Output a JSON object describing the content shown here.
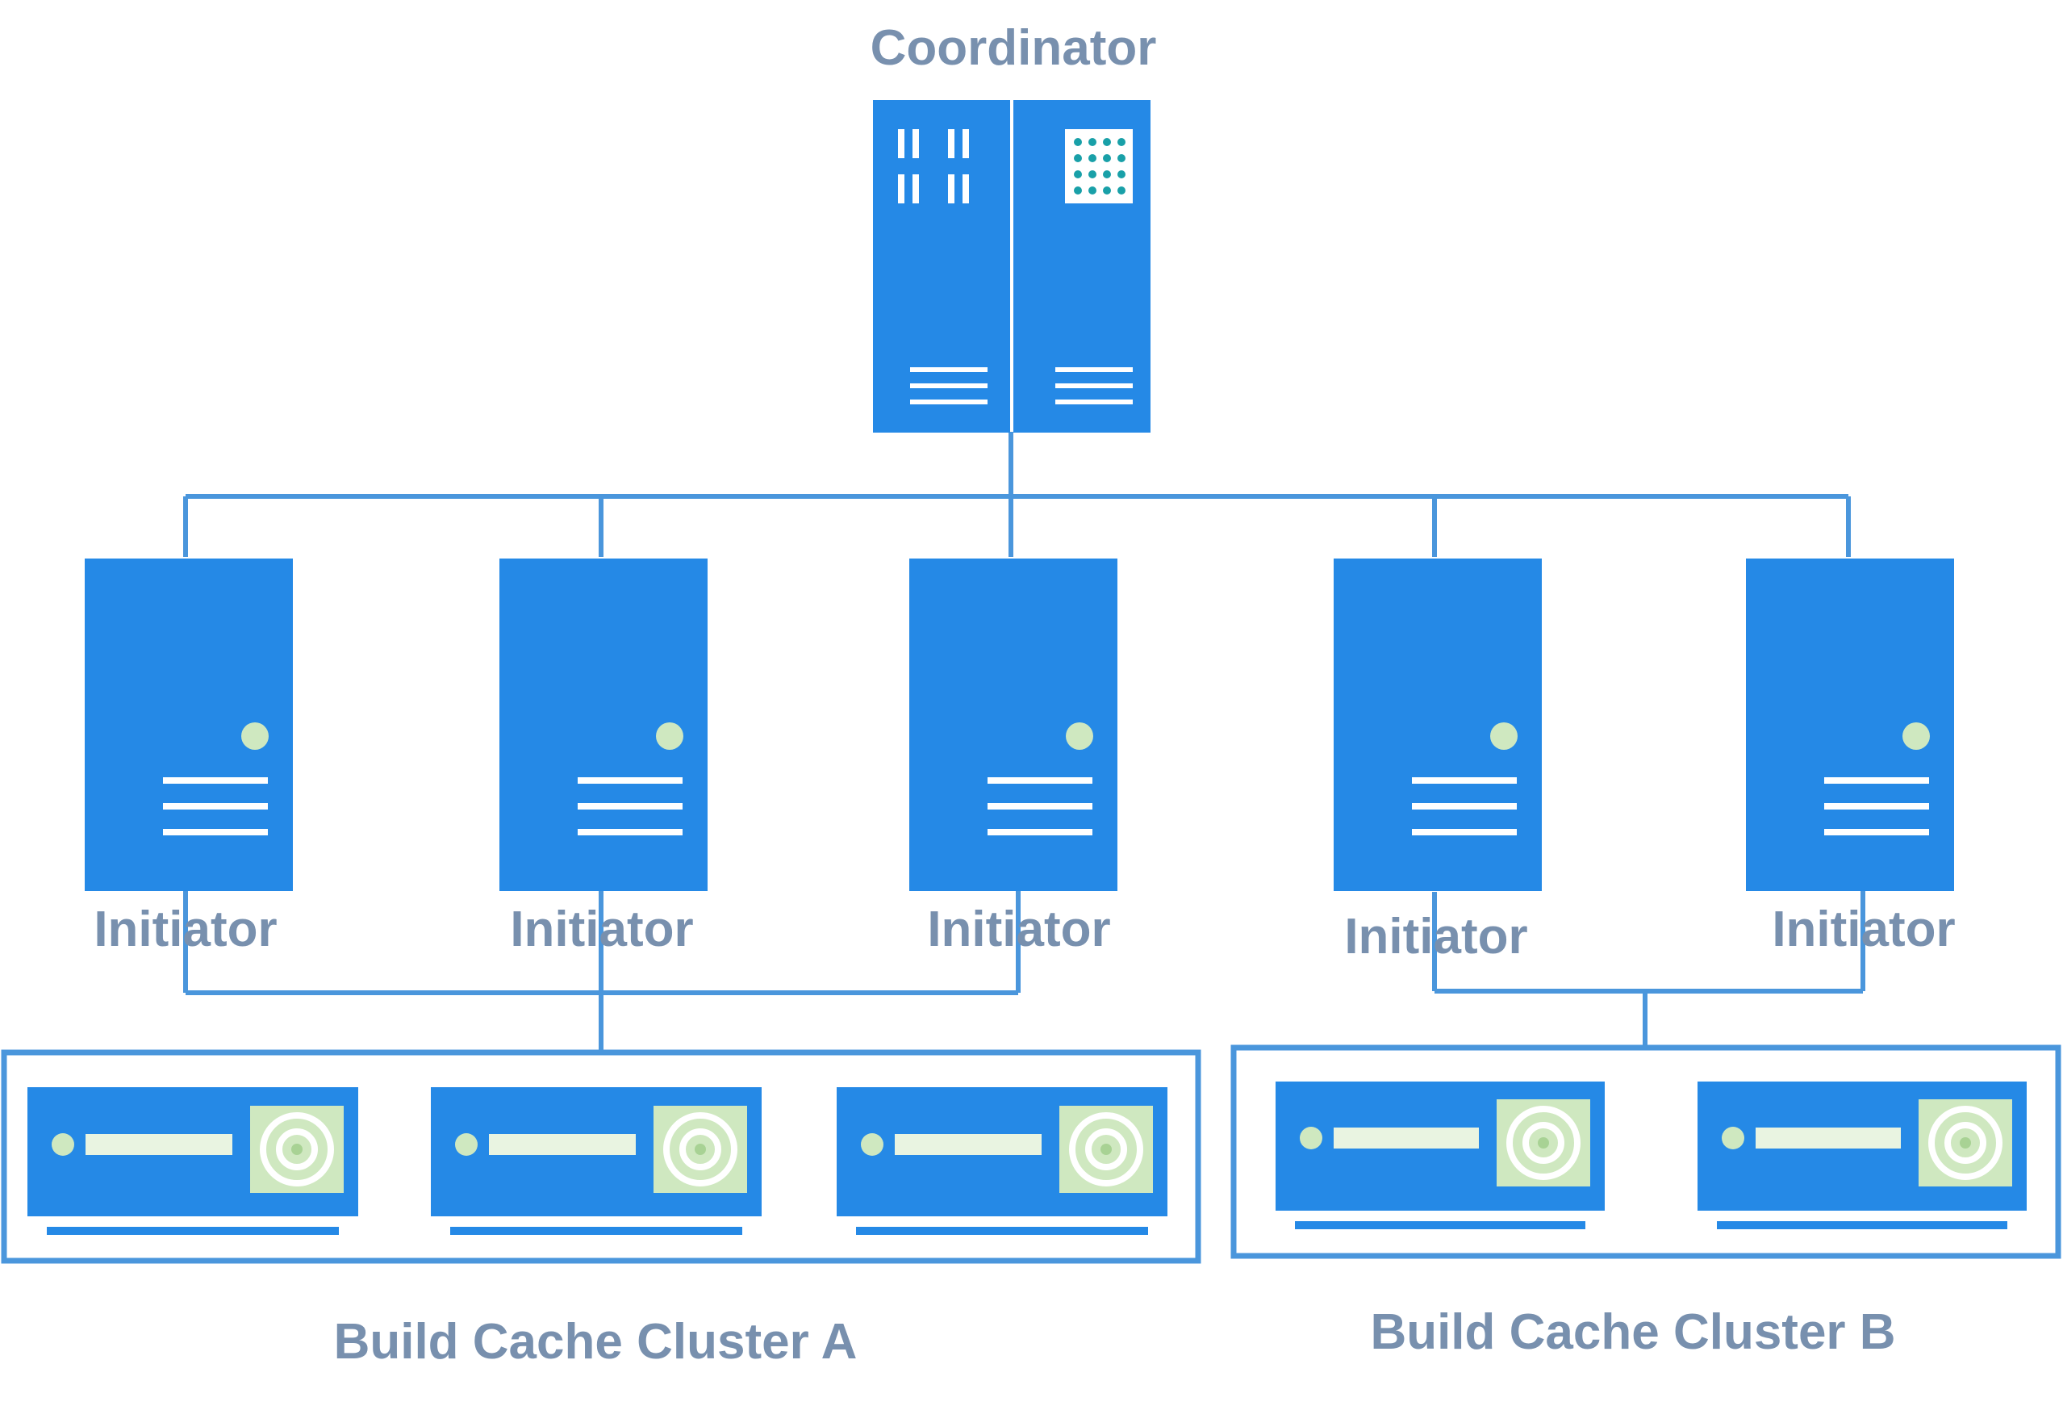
{
  "coordinator": {
    "label": "Coordinator"
  },
  "initiators": [
    {
      "label": "Initiator"
    },
    {
      "label": "Initiator"
    },
    {
      "label": "Initiator"
    },
    {
      "label": "Initiator"
    },
    {
      "label": "Initiator"
    }
  ],
  "clusters": [
    {
      "label": "Build Cache Cluster A",
      "node_count": 3
    },
    {
      "label": "Build Cache Cluster B",
      "node_count": 2
    }
  ],
  "colors": {
    "server_blue": "#2589e6",
    "line_blue": "#4a96dc",
    "label_gray": "#7890ae",
    "disk_green": "#cfe8c0",
    "disk_ring": "#a8d294",
    "white": "#ffffff",
    "teal_dot": "#19a0a8"
  },
  "icons": {
    "coordinator": "rack-server-icon",
    "initiator": "tower-server-icon",
    "cache_node": "storage-drive-icon"
  }
}
